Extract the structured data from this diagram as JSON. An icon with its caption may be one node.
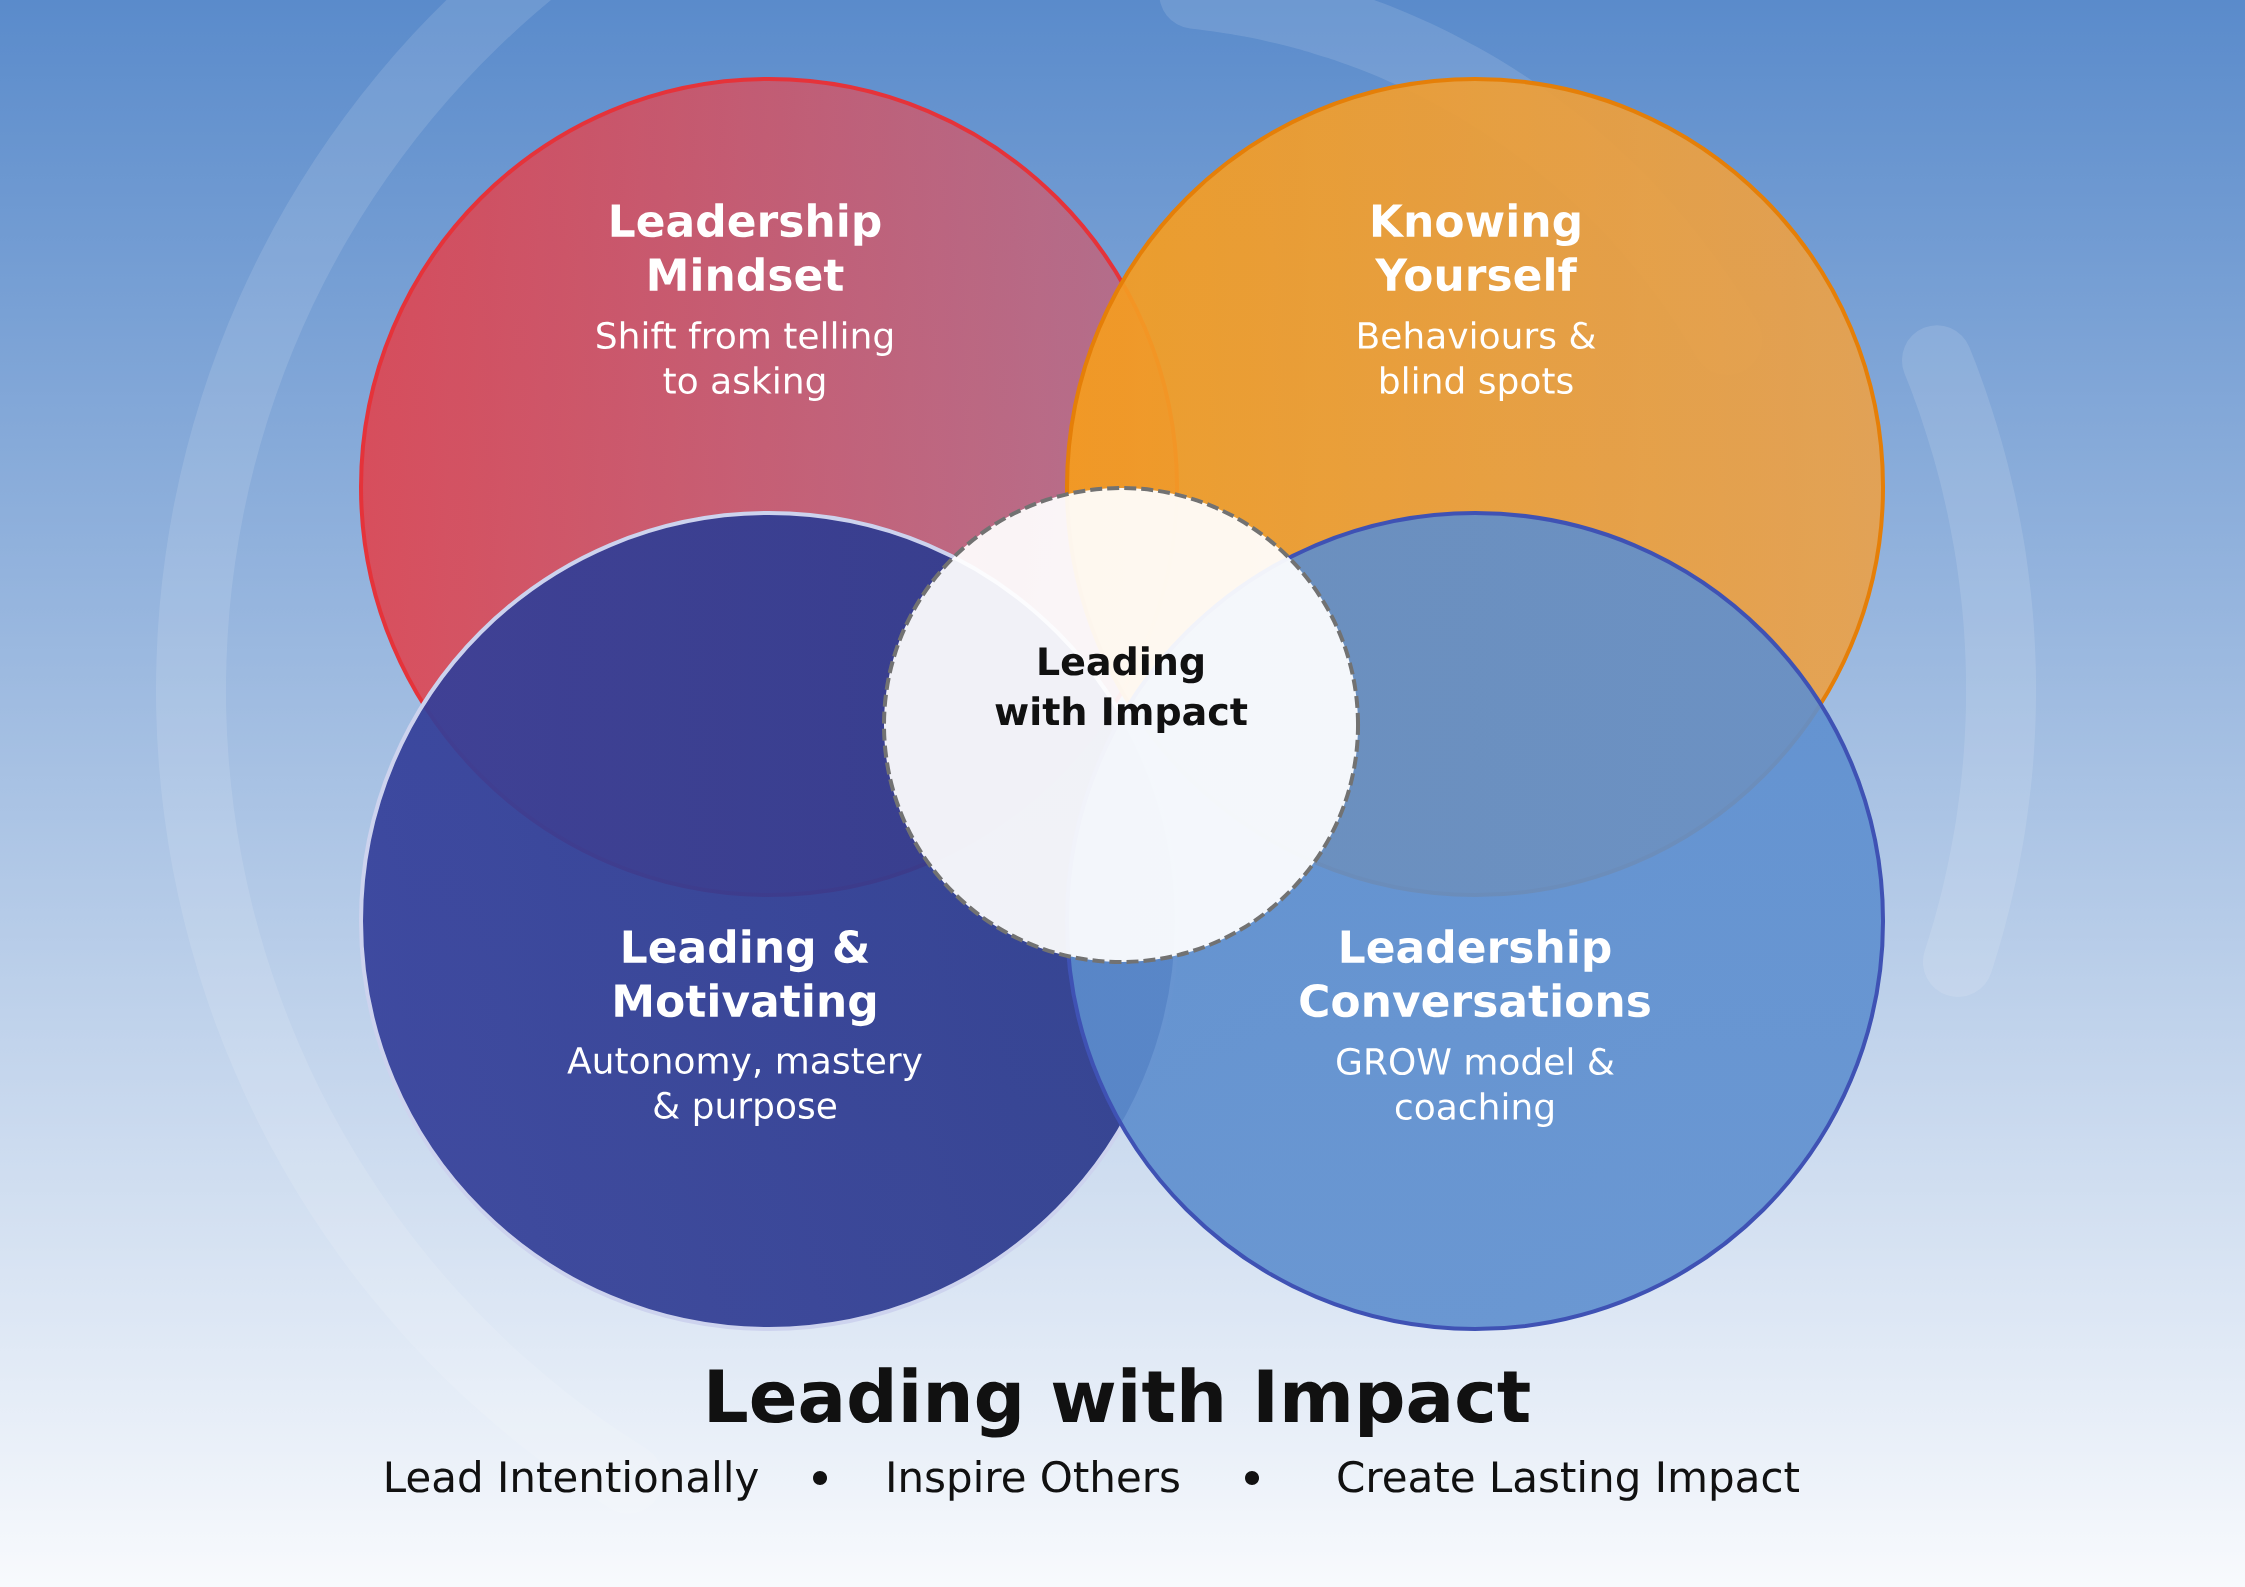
{
  "diagram": {
    "title": "Leading with Impact",
    "nodes": [
      {
        "text": [
          "Leadership Mindset",
          "Shift from telling to asking"
        ]
      },
      {
        "text": [
          "Knowing Yourself",
          "Behaviours & blind spots"
        ]
      },
      {
        "text": [
          "Leading with Impact"
        ]
      },
      {
        "text": [
          "Leading & Motivating",
          "Autonomy, mastery & purpose"
        ]
      },
      {
        "text": [
          "Leadership Conversations",
          "GROW model & coaching"
        ]
      }
    ],
    "labels": [
      "Lead Intentionally",
      "Inspire Others",
      "Create Lasting Impact"
    ]
  }
}
